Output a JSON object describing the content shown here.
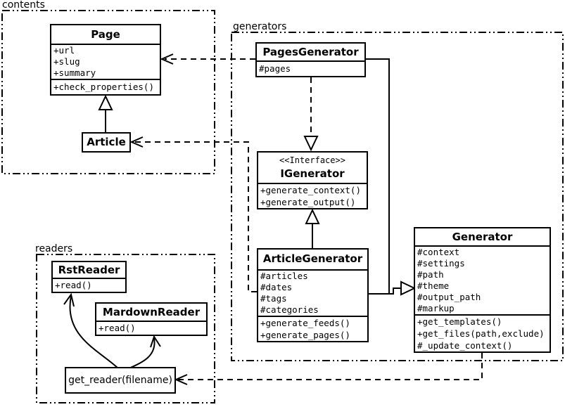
{
  "diagram": {
    "kind": "uml-class-diagram",
    "colors": {
      "background": "#ffffff",
      "line": "#000000",
      "text": "#000000"
    }
  },
  "packages": {
    "contents": {
      "label": "contents"
    },
    "generators": {
      "label": "generators"
    },
    "readers": {
      "label": "readers"
    }
  },
  "classes": {
    "page": {
      "name": "Page",
      "attributes": [
        "+url",
        "+slug",
        "+summary"
      ],
      "methods": [
        "+check_properties()"
      ]
    },
    "article": {
      "name": "Article",
      "attributes": [],
      "methods": []
    },
    "pages_generator": {
      "name": "PagesGenerator",
      "attributes": [
        "#pages"
      ],
      "methods": []
    },
    "igenerator": {
      "stereotype": "<<Interface>>",
      "name": "IGenerator",
      "attributes": [],
      "methods": [
        "+generate_context()",
        "+generate_output()"
      ]
    },
    "article_generator": {
      "name": "ArticleGenerator",
      "attributes": [
        "#articles",
        "#dates",
        "#tags",
        "#categories"
      ],
      "methods": [
        "+generate_feeds()",
        "+generate_pages()"
      ]
    },
    "generator": {
      "name": "Generator",
      "attributes": [
        "#context",
        "#settings",
        "#path",
        "#theme",
        "#output_path",
        "#markup"
      ],
      "methods": [
        "+get_templates()",
        "+get_files(path,exclude)",
        "#_update_context()"
      ]
    },
    "rst_reader": {
      "name": "RstReader",
      "attributes": [],
      "methods": [
        "+read()"
      ]
    },
    "mardown_reader": {
      "name": "MardownReader",
      "attributes": [],
      "methods": [
        "+read()"
      ]
    },
    "get_reader": {
      "label": "get_reader(filename)"
    }
  },
  "relationships": [
    {
      "from": "Article",
      "to": "Page",
      "type": "generalization",
      "line": "solid"
    },
    {
      "from": "PagesGenerator",
      "to": "Page",
      "type": "dependency",
      "line": "dashed"
    },
    {
      "from": "ArticleGenerator",
      "to": "Article",
      "type": "dependency",
      "line": "dashed"
    },
    {
      "from": "PagesGenerator",
      "to": "IGenerator",
      "type": "realization",
      "line": "dashed"
    },
    {
      "from": "ArticleGenerator",
      "to": "IGenerator",
      "type": "generalization",
      "line": "solid"
    },
    {
      "from": "PagesGenerator",
      "to": "Generator",
      "type": "generalization",
      "line": "solid"
    },
    {
      "from": "ArticleGenerator",
      "to": "Generator",
      "type": "generalization",
      "line": "solid"
    },
    {
      "from": "Generator",
      "to": "get_reader(filename)",
      "type": "dependency",
      "line": "dashed"
    },
    {
      "from": "get_reader(filename)",
      "to": "RstReader",
      "type": "association",
      "line": "solid-curve"
    },
    {
      "from": "get_reader(filename)",
      "to": "MardownReader",
      "type": "association",
      "line": "solid-curve"
    }
  ]
}
